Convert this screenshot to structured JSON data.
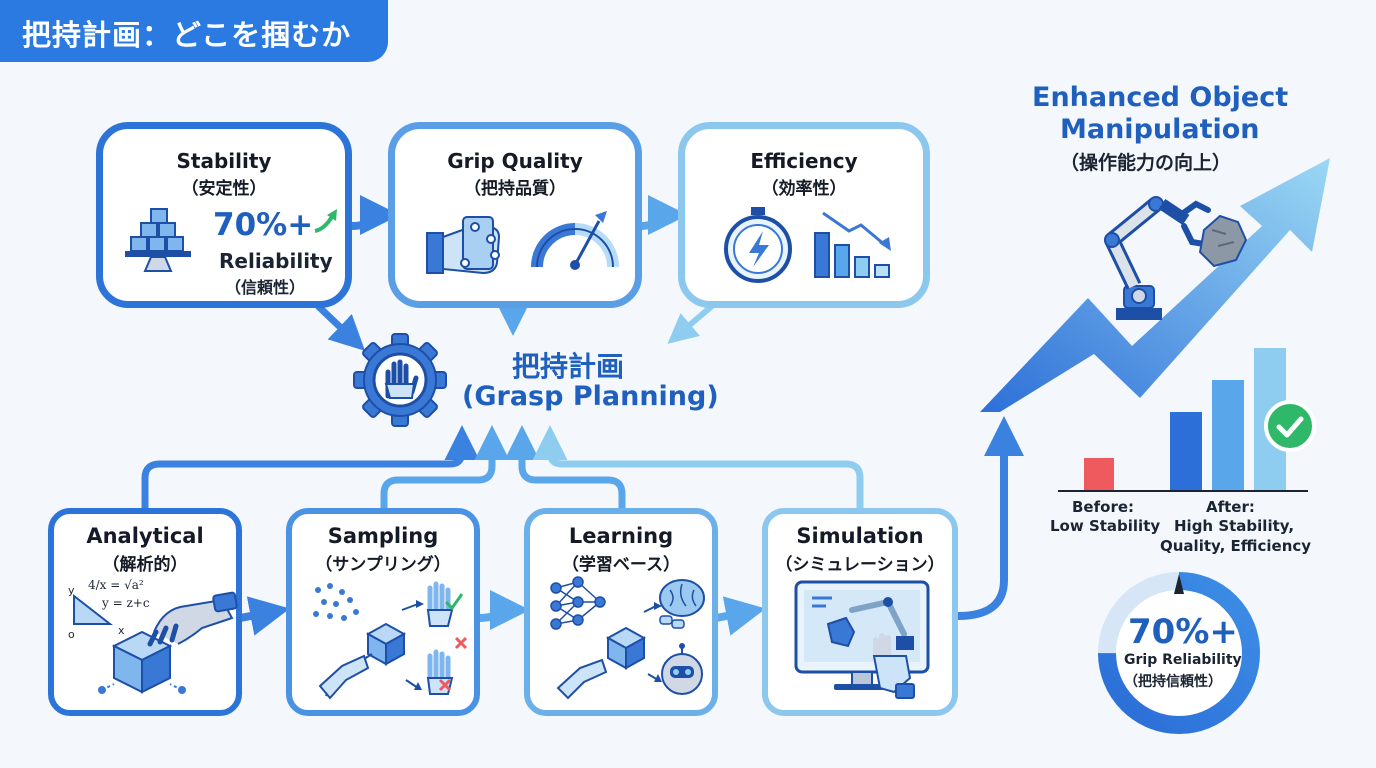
{
  "banner": {
    "title": "把持計画：どこを掴むか"
  },
  "top_boxes": {
    "stability": {
      "title": "Stability",
      "subtitle": "（安定性）",
      "stat": "70%+",
      "stat_label": "Reliability",
      "stat_sublabel": "（信頼性）"
    },
    "grip_quality": {
      "title": "Grip Quality",
      "subtitle": "（把持品質）"
    },
    "efficiency": {
      "title": "Efficiency",
      "subtitle": "（効率性）"
    }
  },
  "center": {
    "title_ja": "把持計画",
    "title_en": "(Grasp Planning)"
  },
  "bottom_boxes": {
    "analytical": {
      "title": "Analytical",
      "subtitle": "（解析的）",
      "eq1": "4/x = √a²",
      "eq2": "y = z+c",
      "axis_y": "y",
      "axis_x": "x",
      "axis_o": "o"
    },
    "sampling": {
      "title": "Sampling",
      "subtitle": "（サンプリング）"
    },
    "learning": {
      "title": "Learning",
      "subtitle": "（学習ベース）"
    },
    "simulation": {
      "title": "Simulation",
      "subtitle": "（シミュレーション）"
    }
  },
  "outcome": {
    "title_line1": "Enhanced Object",
    "title_line2": "Manipulation",
    "subtitle": "（操作能力の向上）",
    "before_label_1": "Before:",
    "before_label_2": "Low Stability",
    "after_label_1": "After:",
    "after_label_2": "High Stability,",
    "after_label_3": "Quality, Efficiency",
    "ring_value": "70%+",
    "ring_label": "Grip Reliability",
    "ring_sublabel": "（把持信頼性）"
  },
  "colors": {
    "dark_blue": "#2d74d9",
    "mid_blue": "#5a9fe6",
    "light_blue": "#8cc8ee",
    "red": "#ef5a5f",
    "green": "#2fb86a"
  }
}
